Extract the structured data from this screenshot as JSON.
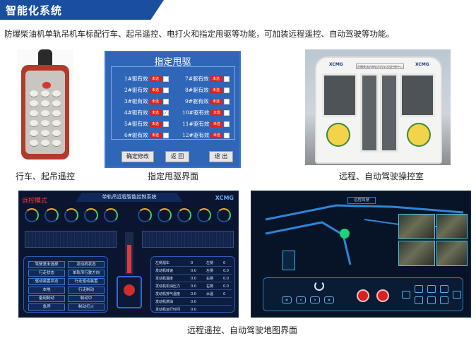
{
  "header": {
    "title": "智能化系统"
  },
  "intro": {
    "text": "防爆柴油机单轨吊机车标配行车、起吊遥控、电打火和指定甩驱等功能，可加装远程遥控、自动驾驶等功能。"
  },
  "captions": {
    "remote": "行车、起吊遥控",
    "selector": "指定甩驱界面",
    "cabin": "远程、自动驾驶操控室",
    "bottom": "远程遥控、自动驾驶地图界面"
  },
  "selector": {
    "title": "指定甩驱",
    "tag": "未选",
    "left": [
      "1#驱有效",
      "2#驱有效",
      "3#驱有效",
      "4#驱有效",
      "5#驱有效",
      "6#驱有效"
    ],
    "right": [
      "7#驱有效",
      "8#驱有效",
      "9#驱有效",
      "10#驱有效",
      "11#驱有效",
      "12#驱有效"
    ],
    "checked": "✓",
    "buttons": {
      "confirm": "确定修改",
      "back": "返 回",
      "exit": "退 出"
    }
  },
  "cabin": {
    "logo": "XCMG",
    "sign": "防爆柴油机单轨吊机车远程控制中心"
  },
  "dashboard": {
    "title": "单轨吊远程智能控制系统",
    "mode": "远控模式",
    "logo": "XCMG",
    "left_buttons": [
      "驾驶室未选择",
      "发动机状态",
      "行走状态",
      "单轨吊行驶方向",
      "驱动装置状态",
      "行走驱动装置",
      "本地",
      "行走制动",
      "备用制动",
      "制动中",
      "急停",
      "制动打火"
    ],
    "params": [
      [
        "左侧溜车",
        "0",
        "左侧",
        "0"
      ],
      [
        "发动机转速",
        "0.0",
        "左侧",
        "0.0"
      ],
      [
        "发动机温度",
        "0.0",
        "右侧",
        "0.0"
      ],
      [
        "发动机机油压力",
        "0.0",
        "右侧",
        "0.0"
      ],
      [
        "发动机排气温度",
        "0.0",
        "水温",
        "0"
      ],
      [
        "发动机燃油",
        "0.0",
        "",
        ""
      ],
      [
        "发动机运行时间",
        "0.0",
        "",
        ""
      ]
    ]
  },
  "map": {
    "tab": "远程驾驶",
    "arrows": [
      "«",
      "‹",
      "›",
      "»"
    ]
  }
}
